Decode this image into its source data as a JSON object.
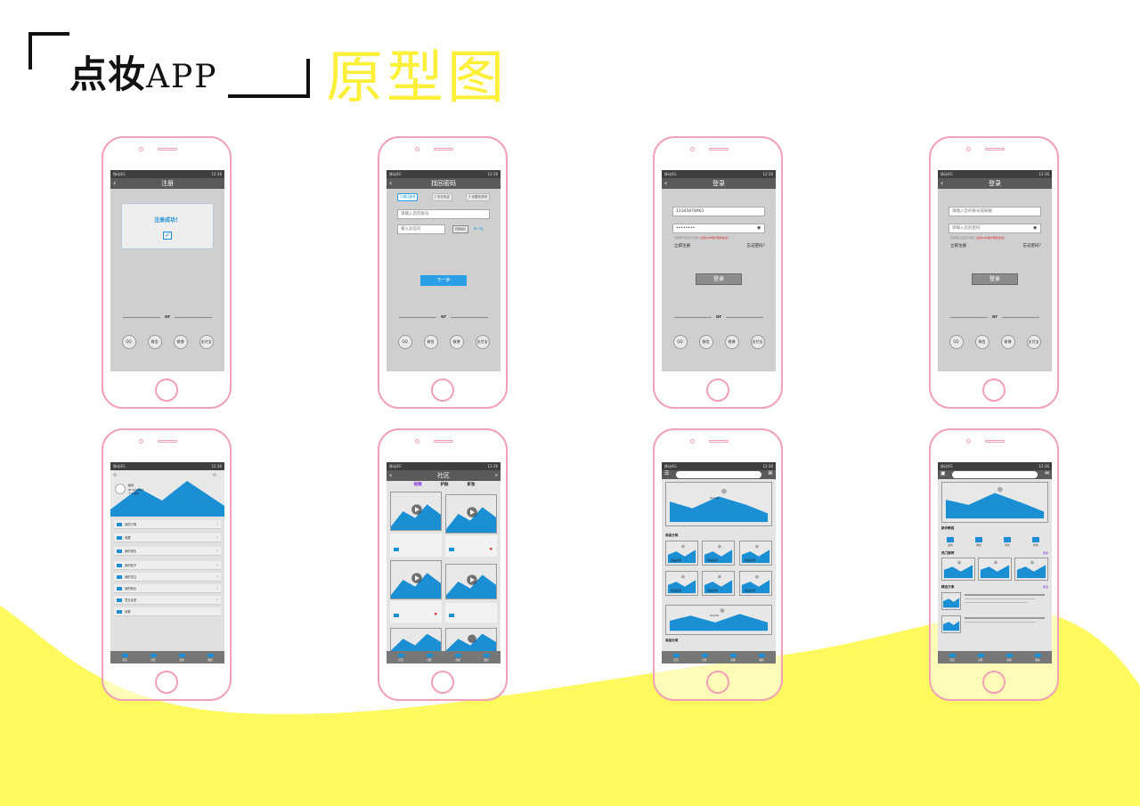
{
  "title": {
    "main": "点妆",
    "app": "APP",
    "sub": "原型图"
  },
  "common": {
    "carrier": "移动4G",
    "time": "12:36",
    "or": "or",
    "social": [
      "QQ",
      "微信",
      "微博",
      "支付宝"
    ]
  },
  "register_success": {
    "title": "注册",
    "message": "注册成功！"
  },
  "find_password": {
    "title": "找回密码",
    "steps": [
      "1 确认账号",
      "2 安全验证",
      "3 设置新密码"
    ],
    "account_placeholder": "请输入您的账号",
    "code_placeholder": "输入验证码",
    "code_button": "获取验证",
    "change_link": "换一张",
    "next": "下一步"
  },
  "login_filled": {
    "title": "登录",
    "account_value": "12345678901",
    "password_value": "••••••••",
    "hint": "登录即代表您已同意",
    "hint_link": "《点妆APP用户服务协议》",
    "register_link": "立即注册",
    "forgot_link": "忘记密码？",
    "login_button": "登录"
  },
  "login_empty": {
    "title": "登录",
    "account_placeholder": "请输入您的账号或邮箱",
    "password_placeholder": "请输入您的密码",
    "hint": "登录即代表您已同意",
    "hint_link": "《点妆APP用户服务协议》",
    "register_link": "立即注册",
    "forgot_link": "忘记密码？",
    "login_button": "登录"
  },
  "profile": {
    "user_lines": [
      "昵称",
      "ID:1234567",
      "个人资料"
    ],
    "items": [
      "我的订单",
      "收藏",
      "我的钱包",
      "我的帖子",
      "我的关注",
      "我的粉丝",
      "意见反馈",
      "设置"
    ],
    "item_values": [
      "",
      "",
      "",
      "",
      "",
      "",
      "",
      ""
    ],
    "tabs": [
      "首页",
      "社区",
      "商城",
      "我的"
    ]
  },
  "community": {
    "title": "社区",
    "subtabs": [
      "视频",
      "护肤",
      "彩妆"
    ],
    "tabs": [
      "首页",
      "社区",
      "商城",
      "我的"
    ]
  },
  "mall": {
    "banner_caption": "banner",
    "section": "商品分类",
    "tile_caption": "商品名称",
    "tabs": [
      "首页",
      "社区",
      "商城",
      "我的"
    ]
  },
  "home": {
    "section_tutorial": "新手教程",
    "section_hot": "热门推荐",
    "section_news": "精选文章",
    "more": "更多",
    "cats": [
      "底妆",
      "眼妆",
      "唇妆",
      "修容"
    ],
    "tabs": [
      "首页",
      "社区",
      "商城",
      "我的"
    ]
  }
}
